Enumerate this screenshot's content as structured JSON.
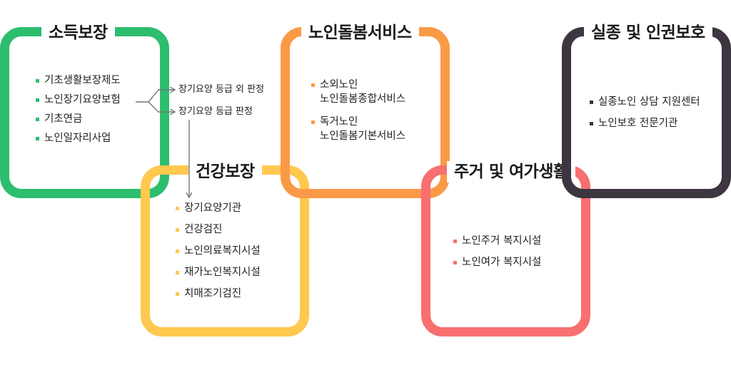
{
  "colors": {
    "income": "#2dbd6e",
    "health": "#ffc84f",
    "care": "#fa9a46",
    "housing": "#f76f6f",
    "protection": "#3d3540",
    "connector": "#777777"
  },
  "boxes": {
    "income": {
      "title": "소득보장",
      "items": [
        "기초생활보장제도",
        "노인장기요양보험",
        "기초연금",
        "노인일자리사업"
      ]
    },
    "health": {
      "title": "건강보장",
      "items": [
        "장기요양기관",
        "건강검진",
        "노인의료복지시설",
        "재가노인복지시설",
        "치매조기검진"
      ]
    },
    "care": {
      "title": "노인돌봄서비스",
      "items": [
        {
          "line1": "소외노인",
          "line2": "노인돌봄종합서비스"
        },
        {
          "line1": "독거노인",
          "line2": "노인돌봄기본서비스"
        }
      ]
    },
    "housing": {
      "title": "주거 및 여가생활",
      "items": [
        "노인주거 복지시설",
        "노인여가 복지시설"
      ]
    },
    "protection": {
      "title": "실종 및 인권보호",
      "items": [
        "실종노인 상담 지원센터",
        "노인보호 전문기관"
      ]
    }
  },
  "branches": {
    "outside_grade": "장기요양 등급 외 판정",
    "grade": "장기요양 등급 판정"
  }
}
